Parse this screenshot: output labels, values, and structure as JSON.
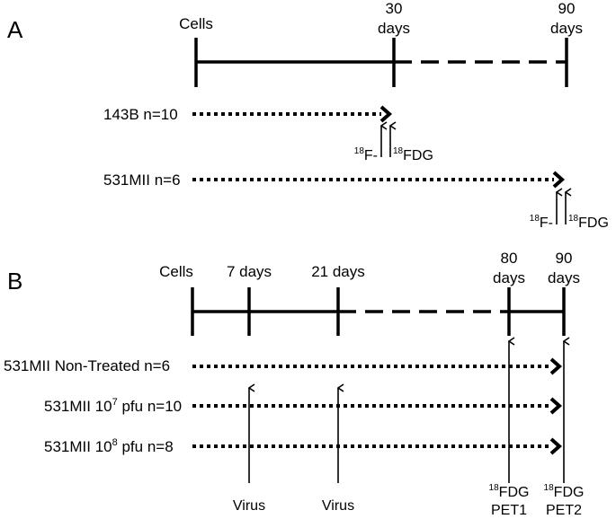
{
  "panel_a": {
    "label": "A",
    "timeline": {
      "cells": "Cells",
      "t30": [
        "30",
        "days"
      ],
      "t90": [
        "90",
        "days"
      ]
    },
    "groups": [
      {
        "label": "143B n=10"
      },
      {
        "label": "531MII n=6"
      }
    ],
    "tracers": {
      "fluoride": "F-",
      "fdg": "FDG",
      "isotope": "18"
    }
  },
  "panel_b": {
    "label": "B",
    "timeline": {
      "cells": "Cells",
      "t7": "7 days",
      "t21": "21 days",
      "t80": [
        "80",
        "days"
      ],
      "t90": [
        "90",
        "days"
      ]
    },
    "groups": [
      {
        "label": "531MII Non-Treated n=6"
      },
      {
        "label_pre": "531MII 10",
        "exp": "7",
        "label_post": " pfu n=10"
      },
      {
        "label_pre": "531MII 10",
        "exp": "8",
        "label_post": " pfu n=8"
      }
    ],
    "virus": [
      "Virus",
      "Virus"
    ],
    "pet": {
      "isotope": "18",
      "tracer": "FDG",
      "pet1": "PET1",
      "pet2": "PET2"
    }
  }
}
